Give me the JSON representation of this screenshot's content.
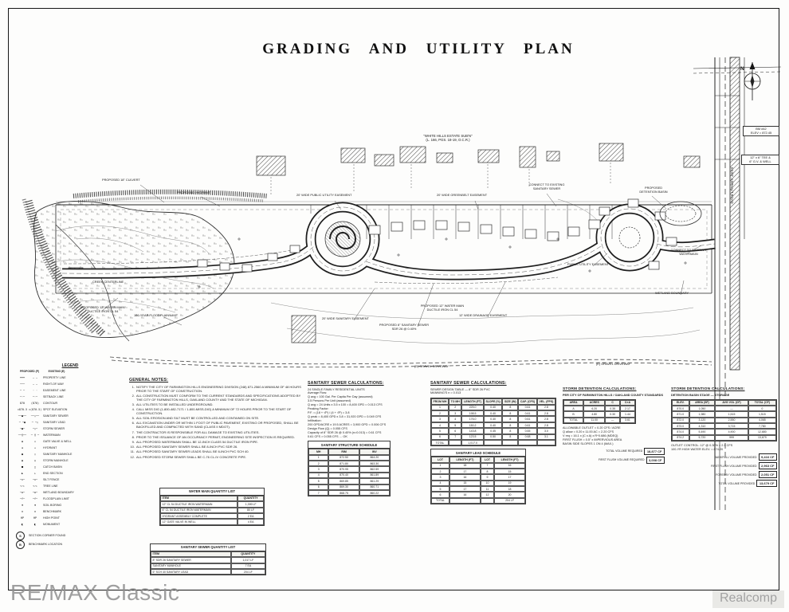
{
  "title": "GRADING AND UTILITY PLAN",
  "watermark_left": "RE/MAX Classic",
  "watermark_right": "Realcomp",
  "plan": {
    "north": "N",
    "road_label": "EXIST. ASPHALT ROAD",
    "callouts": [
      "PROPOSED 18\" CULVERT",
      "PROPOSED HYDRANT",
      "20' WIDE PUBLIC UTILITY EASEMENT",
      "20' WIDE GREENBELT EASEMENT",
      "CONNECT TO EXISTING\nSANITARY SEWER",
      "PROPOSED\nDETENTION BASIN",
      "PUBLIC UTILITY EASEMENT",
      "WETLAND BOUNDARY",
      "PROPOSED 12\" WATER MAIN\nDUCTILE IRON CL 54",
      "100-YEAR FLOODPLAIN LIMIT",
      "20' WIDE SANITARY EASEMENT",
      "PROPOSED 8\" SANITARY SEWER\nSDR 26 @ 0.40%",
      "12' WIDE DRAINAGE EASEMENT",
      "(E) GRAVEL DRIVEWAY",
      "(E) GRAVEL DRIVEWAY",
      "\"WHITE HILLS ESTATE SUB'N\"\n(L. 166, PGS. 18-19, O.C.R.)",
      "CONNECT TO EXISTING\nWATERMAIN",
      "BM #42\nELEV = 872.45",
      "CREEK CENTERLINE",
      "PROPOSED 12\" WATER MAIN\nDUCTILE IRON CL 54",
      "12\" x 6\" TEE &\n6\" G.V. & WELL"
    ]
  },
  "legend": {
    "heading": "LEGEND",
    "col_proposed": "PROPOSED (P)",
    "col_existing": "EXISTING (E)",
    "items": [
      {
        "p": "━━━",
        "e": "— —",
        "label": "PROPERTY LINE"
      },
      {
        "p": "───",
        "e": "– –",
        "label": "RIGHT-OF-WAY"
      },
      {
        "p": "─ ─",
        "e": "· ·",
        "label": "EASEMENT LINE"
      },
      {
        "p": "─·─",
        "e": "─·─",
        "label": "SETBACK LINE"
      },
      {
        "p": "870",
        "e": "(870)",
        "label": "CONTOUR"
      },
      {
        "p": "×870.5",
        "e": "×(870.5)",
        "label": "SPOT ELEVATION"
      },
      {
        "p": "──●──",
        "e": "──○──",
        "label": "SANITARY SEWER"
      },
      {
        "p": "─ ─●",
        "e": "─ ─○",
        "label": "SANITARY LEAD"
      },
      {
        "p": "─●─",
        "e": "─○─",
        "label": "STORM SEWER"
      },
      {
        "p": "──┼──",
        "e": "─ ┼ ─",
        "label": "WATERMAIN"
      },
      {
        "p": "◆",
        "e": "◇",
        "label": "GATE VALVE & WELL"
      },
      {
        "p": "✚",
        "e": "+",
        "label": "HYDRANT"
      },
      {
        "p": "●",
        "e": "○",
        "label": "SANITARY MANHOLE"
      },
      {
        "p": "◉",
        "e": "◎",
        "label": "STORM MANHOLE"
      },
      {
        "p": "■",
        "e": "□",
        "label": "CATCH BASIN"
      },
      {
        "p": "▶",
        "e": "▷",
        "label": "END SECTION"
      },
      {
        "p": "─x─",
        "e": "─x─",
        "label": "SILT FENCE"
      },
      {
        "p": "∿∿",
        "e": "∿∿",
        "label": "TREE LINE"
      },
      {
        "p": "─w─",
        "e": "─w─",
        "label": "WETLAND BOUNDARY"
      },
      {
        "p": "─f─",
        "e": "─f─",
        "label": "FLOODPLAIN LIMIT"
      },
      {
        "p": "⊕",
        "e": "⊕",
        "label": "SOIL BORING"
      },
      {
        "p": "⊙",
        "e": "⊙",
        "label": "BENCHMARK"
      },
      {
        "p": "HP",
        "e": "HP",
        "label": "HIGH POINT"
      },
      {
        "p": "◧",
        "e": "◧",
        "label": "MONUMENT"
      }
    ],
    "footer": [
      {
        "sym": "S",
        "label": "SECTION CORNER FOUND"
      },
      {
        "sym": "B",
        "label": "BENCHMARK LOCATION"
      }
    ]
  },
  "general_notes": {
    "heading": "GENERAL NOTES:",
    "items": [
      {
        "n": "1.",
        "t": "NOTIFY THE CITY OF FARMINGTON HILLS ENGINEERING DIVISION (248) 871-2560 A MINIMUM OF 48 HOURS PRIOR TO THE START OF CONSTRUCTION."
      },
      {
        "n": "2.",
        "t": "ALL CONSTRUCTION MUST CONFORM TO THE CURRENT STANDARDS AND SPECIFICATIONS ADOPTED BY THE CITY OF FARMINGTON HILLS, OAKLAND COUNTY AND THE STATE OF MICHIGAN."
      },
      {
        "n": "3.",
        "t": "ALL UTILITIES TO BE INSTALLED UNDERGROUND."
      },
      {
        "n": "4.",
        "t": "CALL MISS DIG (1-800-482-7171 / 1-800-MISS-DIG) A MINIMUM OF 72 HOURS PRIOR TO THE START OF CONSTRUCTION."
      },
      {
        "n": "5.",
        "t": "ALL SOIL EROSION AND SILT MUST BE CONTROLLED AND CONTAINED ON SITE."
      },
      {
        "n": "6.",
        "t": "ALL EXCAVATION UNDER OR WITHIN 1 FOOT OF PUBLIC PAVEMENT, EXISTING OR PROPOSED, SHALL BE BACKFILLED AND COMPACTED WITH SAND (CLASS II MDOT)."
      },
      {
        "n": "7.",
        "t": "THE CONTRACTOR IS RESPONSIBLE FOR ALL DAMAGE TO EXISTING UTILITIES."
      },
      {
        "n": "8.",
        "t": "PRIOR TO THE ISSUANCE OF AN OCCUPANCY PERMIT, ENGINEERING SITE INSPECTION IS REQUIRED."
      },
      {
        "n": "9.",
        "t": "ALL PROPOSED WATERMAIN SHALL BE 12-INCH CLASS 54 DUCTILE IRON PIPE."
      },
      {
        "n": "10.",
        "t": "ALL PROPOSED SANITARY SEWER SHALL BE 8-INCH PVC SDR 26."
      },
      {
        "n": "11.",
        "t": "ALL PROPOSED SANITARY SEWER LEADS SHALL BE 6-INCH PVC SCH 40."
      },
      {
        "n": "12.",
        "t": "ALL PROPOSED STORM SEWER SHALL BE C-76 CL-IV CONCRETE PIPE."
      }
    ]
  },
  "water_list": {
    "heading": "WATER MAIN QUANTITY LIST",
    "columns": [
      "ITEM",
      "QUANTITY"
    ],
    "rows": [
      [
        "12\" CL 54 DUCTILE IRON WATERMAIN",
        "1,399 LF"
      ],
      [
        "6\" CL 54 DUCTILE IRON WATERMAIN",
        "80 LF"
      ],
      [
        "HYDRANT ASSEMBLY COMPLETE",
        "2 EA"
      ],
      [
        "12\" GATE VALVE IN WELL",
        "4 EA"
      ]
    ]
  },
  "sanitary_list": {
    "heading": "SANITARY SEWER QUANTITY LIST",
    "columns": [
      "ITEM",
      "QUANTITY"
    ],
    "rows": [
      [
        "8\" SDR 26 SANITARY SEWER",
        "1,017 LF"
      ],
      [
        "SANITARY MANHOLE",
        "7 EA"
      ],
      [
        "6\" SCH 40 SANITARY LEAD",
        "204 LF"
      ]
    ]
  },
  "sanitary_calcs_1": {
    "heading": "SANITARY SEWER CALCULATIONS:",
    "lines": [
      "24 SINGLE FAMILY RESIDENTIAL UNITS",
      "Average Flow:",
      "Q avg = 100 Gal. Per Capita Per Day (assumed)",
      "3.5 Persons Per Unit (assumed)",
      "Q avg = 24 Units x 3.5 x 100 = 8,400 GPD = 0.013 CFS",
      "Peaking Factor:",
      "P.F. = (18 + √P) / (4 + √P) = 3.8",
      "Q peak = 8,400 GPD x 3.8 = 31,920 GPD = 0.049 CFS",
      "Infiltration:",
      "200 GPD/ACRE x 19.5 ACRES = 3,900 GPD = 0.006 CFS",
      "Design Flow (Q) = 0.055 CFS",
      "Capacity of 8\" SDR 26 @ 0.40% (n=0.013) = 0.61 CFS",
      "0.61 CFS > 0.055 CFS … OK"
    ],
    "schedule": {
      "heading": "SANITARY STRUCTURE SCHEDULE",
      "columns": [
        "MH",
        "RIM",
        "INV"
      ],
      "rows": [
        [
          "1",
          "872.50",
          "864.20"
        ],
        [
          "2",
          "871.80",
          "863.30"
        ],
        [
          "3",
          "870.95",
          "862.59"
        ],
        [
          "4",
          "870.40",
          "861.89"
        ],
        [
          "5",
          "869.85",
          "861.29"
        ],
        [
          "6",
          "869.30",
          "860.71"
        ],
        [
          "7",
          "868.75",
          "860.22"
        ]
      ]
    }
  },
  "sanitary_calcs_2": {
    "heading": "SANITARY SEWER CALCULATIONS:",
    "lines": [
      "SEWER DESIGN TABLE — 8\" SDR 26 PVC",
      "MANNING'S n = 0.013"
    ],
    "design_table": {
      "columns": [
        "FROM MH",
        "TO MH",
        "LENGTH (FT)",
        "SLOPE (%)",
        "SIZE (IN)",
        "CAP. (CFS)",
        "VEL. (FPS)"
      ],
      "rows": [
        [
          "1",
          "2",
          "225.0",
          "0.40",
          "8",
          "0.61",
          "2.8"
        ],
        [
          "2",
          "3",
          "198.5",
          "0.40",
          "8",
          "0.61",
          "2.8"
        ],
        [
          "3",
          "4",
          "176.0",
          "0.40",
          "8",
          "0.61",
          "2.8"
        ],
        [
          "4",
          "5",
          "150.2",
          "0.40",
          "8",
          "0.61",
          "2.8"
        ],
        [
          "5",
          "6",
          "143.8",
          "0.45",
          "8",
          "0.65",
          "3.0"
        ],
        [
          "6",
          "7",
          "123.5",
          "0.50",
          "8",
          "0.68",
          "3.1"
        ],
        [
          "TOTAL",
          "",
          "1,017.0",
          "",
          "",
          "",
          ""
        ]
      ]
    },
    "lead_table": {
      "heading": "SANITARY LEAD SCHEDULE",
      "columns": [
        "LOT",
        "LENGTH (FT)",
        "LOT",
        "LENGTH (FT)"
      ],
      "rows": [
        [
          "1",
          "18",
          "7",
          "16"
        ],
        [
          "2",
          "17",
          "8",
          "15"
        ],
        [
          "3",
          "16",
          "9",
          "17"
        ],
        [
          "4",
          "15",
          "10",
          "19"
        ],
        [
          "5",
          "17",
          "11",
          "18"
        ],
        [
          "6",
          "16",
          "12",
          "20"
        ],
        [
          "TOTAL",
          "",
          "",
          "204 LF"
        ]
      ]
    }
  },
  "storm_calcs_1": {
    "heading": "STORM DETENTION CALCULATIONS:",
    "subheading": "PER CITY OF FARMINGTON HILLS / OAKLAND COUNTY STANDARDS",
    "area_table": {
      "columns": [
        "AREA",
        "ACRES",
        "C",
        "C×A"
      ],
      "rows": [
        [
          "A",
          "6.20",
          "0.35",
          "2.17"
        ],
        [
          "B",
          "4.80",
          "0.30",
          "1.44"
        ],
        [
          "TOTAL",
          "11.00",
          "—",
          "3.61"
        ]
      ]
    },
    "lines": [
      "ALLOWABLE OUTLET = 0.20 CFS / ACRE",
      "Q allow = 0.20 x 11.00 AC = 2.20 CFS",
      "V req = 16.1 x (C x A) x R^0.686 (MDEQ)",
      "FIRST FLUSH = 0.5\" x IMPERVIOUS AREA",
      "BASIN SIDE SLOPES 1 ON 4 (MAX.)"
    ],
    "results": [
      {
        "label": "TOTAL VOLUME REQUIRED",
        "value": "18,877 CF"
      },
      {
        "label": "FIRST FLUSH VOLUME REQUIRED",
        "value": "3,008 CF"
      }
    ]
  },
  "storm_calcs_2": {
    "heading": "STORM DETENTION CALCULATIONS:",
    "subheading": "DETENTION BASIN STAGE — STORAGE",
    "stage_table": {
      "columns": [
        "ELEV.",
        "AREA (SF)",
        "AVG VOL (CF)",
        "TOTAL (CF)"
      ],
      "rows": [
        [
          "870.0",
          "1,050",
          "—",
          "0"
        ],
        [
          "871.0",
          "1,980",
          "1,515",
          "1,515"
        ],
        [
          "872.0",
          "3,120",
          "2,550",
          "4,065"
        ],
        [
          "873.0",
          "4,310",
          "3,715",
          "7,780"
        ],
        [
          "874.0",
          "5,490",
          "4,900",
          "12,680"
        ],
        [
          "874.2",
          "5,720",
          "999",
          "13,679"
        ]
      ]
    },
    "lines": [
      "OUTLET CONTROL: 12\" @ 0.30% = 2.1 CFS",
      "100-YR HIGH WATER ELEV. = 874.20"
    ],
    "results": [
      {
        "label": "BANKFULL VOLUME PROVIDED",
        "value": "9,416 CF"
      },
      {
        "label": "FIRST FLUSH VOLUME PROVIDED",
        "value": "2,963 CF"
      },
      {
        "label": "FOREBAY VOLUME PROVIDED",
        "value": "2,051 CF"
      },
      {
        "label": "TOTAL VOLUME PROVIDED",
        "value": "13,679 CF"
      }
    ]
  }
}
